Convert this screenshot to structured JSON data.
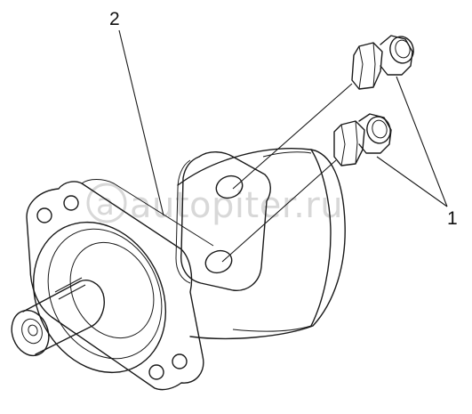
{
  "callouts": {
    "label_1": "1",
    "label_2": "2"
  },
  "watermark": {
    "text": "autopiter.ru"
  },
  "colors": {
    "line": "#1a1a1a",
    "background": "#ffffff",
    "watermark": "#d8d8d8"
  }
}
